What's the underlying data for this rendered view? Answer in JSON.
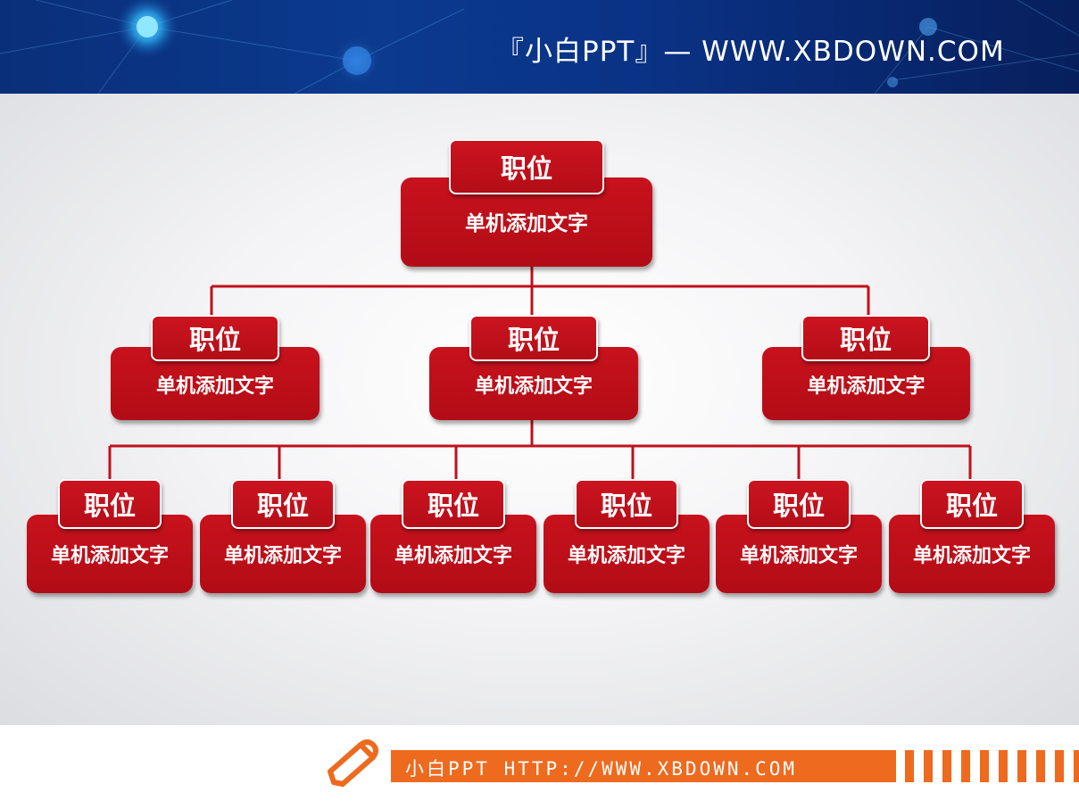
{
  "header": {
    "title": "『小白PPT』— WWW.XBDOWN.COM"
  },
  "org": {
    "root": {
      "title": "职位",
      "text": "单机添加文字"
    },
    "level1": [
      {
        "title": "职位",
        "text": "单机添加文字"
      },
      {
        "title": "职位",
        "text": "单机添加文字"
      },
      {
        "title": "职位",
        "text": "单机添加文字"
      }
    ],
    "level2": [
      {
        "title": "职位",
        "text": "单机添加文字"
      },
      {
        "title": "职位",
        "text": "单机添加文字"
      },
      {
        "title": "职位",
        "text": "单机添加文字"
      },
      {
        "title": "职位",
        "text": "单机添加文字"
      },
      {
        "title": "职位",
        "text": "单机添加文字"
      },
      {
        "title": "职位",
        "text": "单机添加文字"
      }
    ]
  },
  "footer": {
    "text": "小白PPT HTTP://WWW.XBDOWN.COM",
    "icon": "pencil-icon"
  },
  "colors": {
    "accent_red": "#c0111b",
    "footer_orange": "#ee6a1f",
    "header_blue": "#0b3a8e"
  }
}
